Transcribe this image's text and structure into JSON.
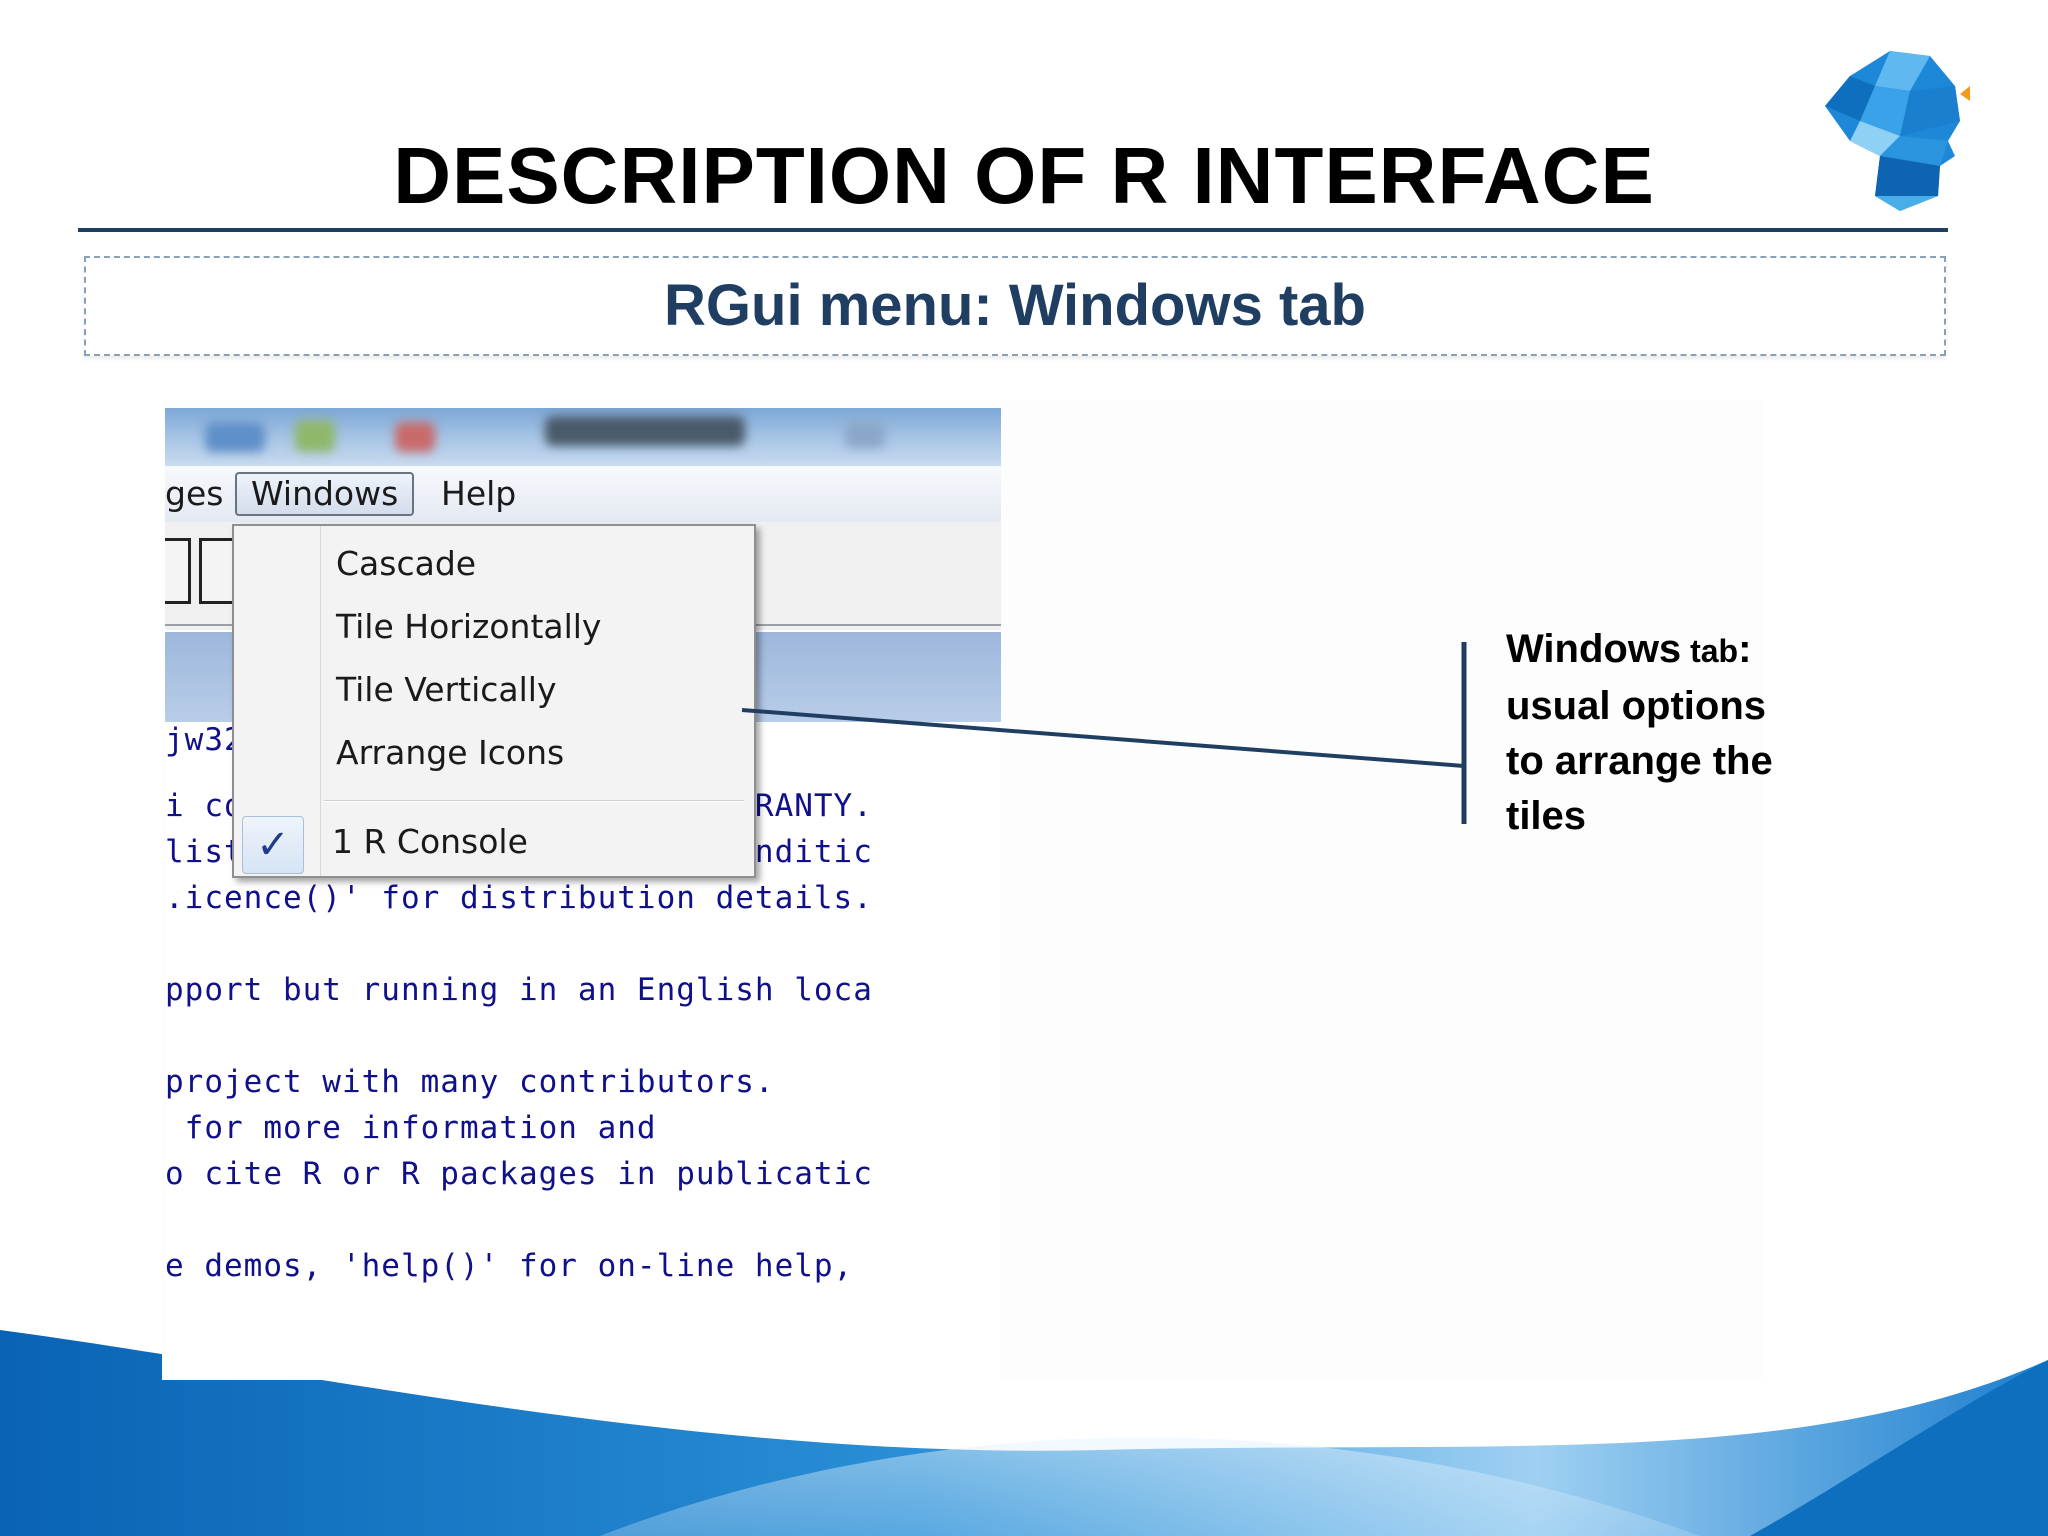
{
  "slide": {
    "title": "DESCRIPTION OF R INTERFACE",
    "subtitle": "RGui menu: Windows tab"
  },
  "screenshot": {
    "menubar": {
      "items": [
        {
          "label": "ges"
        },
        {
          "label": "Windows",
          "active": true
        },
        {
          "label": "Help"
        }
      ]
    },
    "windows_menu": {
      "items": [
        {
          "label": "Cascade"
        },
        {
          "label": "Tile Horizontally"
        },
        {
          "label": "Tile Vertically"
        },
        {
          "label": "Arrange Icons"
        },
        {
          "label": "1 R Console",
          "checked": true
        }
      ],
      "check_glyph": "✓"
    },
    "console_lines": [
      "jw32",
      "i comes with ABSOLUTELY NO WARRANTY.",
      "listribute it under certain conditic",
      ".icence()' for distribution details.",
      "",
      "pport but running in an English loca",
      "",
      "project with many contributors.",
      " for more information and",
      "o cite R or R packages in publicatic",
      "",
      "e demos, 'help()' for on-line help,"
    ]
  },
  "callout": {
    "line1_bold": "Windows",
    "line1_small": " tab",
    "line1_colon": ":",
    "line2": "usual options",
    "line3": "to arrange the",
    "line4": "tiles"
  },
  "colors": {
    "title_rule": "#1f3e62",
    "subtitle_text": "#1f3e62",
    "console_text": "#10108a",
    "wave_blue": "#1478c8"
  }
}
